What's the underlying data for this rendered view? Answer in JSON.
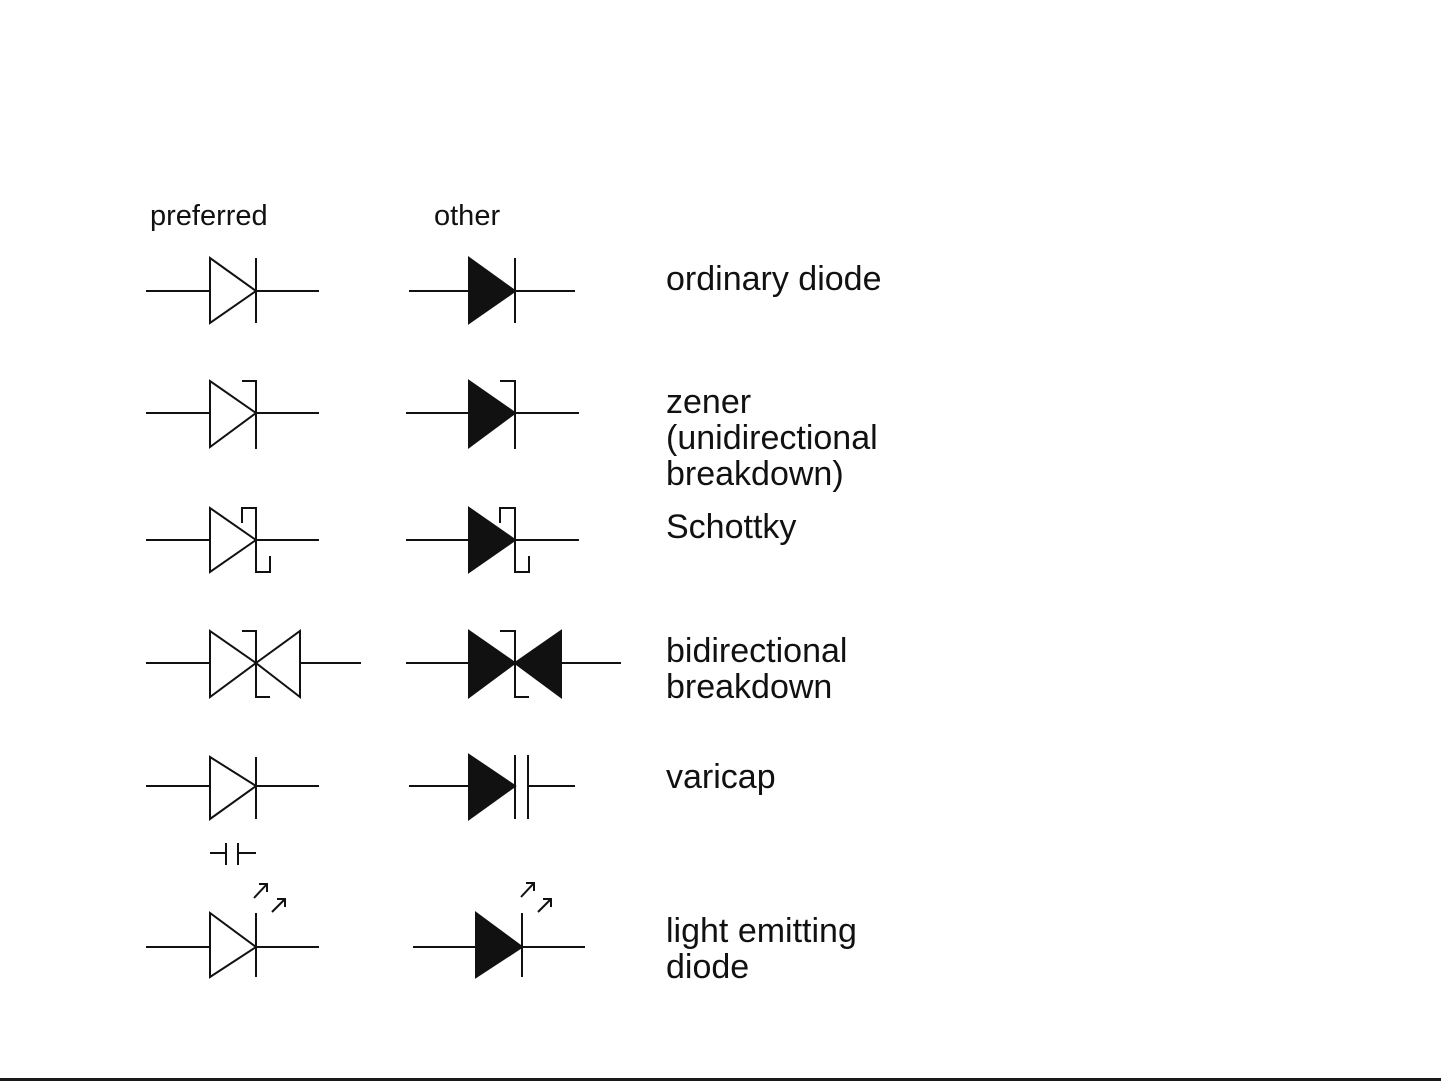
{
  "columns": {
    "preferred": "preferred",
    "other": "other"
  },
  "rows": [
    {
      "id": "ordinary-diode",
      "label_lines": [
        "ordinary diode"
      ]
    },
    {
      "id": "zener",
      "label_lines": [
        "zener",
        "(unidirectional",
        "breakdown)"
      ]
    },
    {
      "id": "schottky",
      "label_lines": [
        "Schottky"
      ]
    },
    {
      "id": "bidirectional-breakdown",
      "label_lines": [
        "bidirectional",
        "breakdown"
      ]
    },
    {
      "id": "varicap",
      "label_lines": [
        "varicap"
      ]
    },
    {
      "id": "light-emitting-diode",
      "label_lines": [
        "light emitting",
        "diode"
      ]
    }
  ],
  "colors": {
    "ink": "#111111",
    "background": "#ffffff"
  }
}
